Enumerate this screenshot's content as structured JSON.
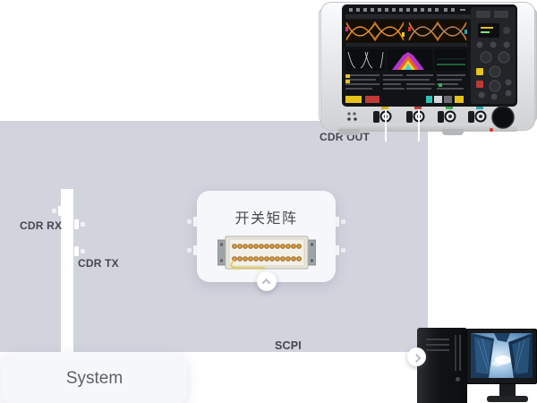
{
  "labels": {
    "matrix_title": "开关矩阵",
    "system": "System",
    "port_scope": "CDR OUT",
    "port_rx": "CDR RX",
    "port_tx": "CDR TX",
    "port_scpi": "SCPI"
  },
  "colors": {
    "backdrop": "#d1d3dd",
    "card": "#f6f7fa",
    "label_text": "#45474d",
    "scope_channel_colors": [
      "#d4b312",
      "#c04038",
      "#3fae57",
      "#2fa3b0"
    ],
    "eye_trace": "#e07818",
    "connector_gold": "#c8882f",
    "cable_yellow": "#e8c93a"
  },
  "icons": {
    "matrix_expand": "chevron-up",
    "to_computer": "chevron-right"
  }
}
